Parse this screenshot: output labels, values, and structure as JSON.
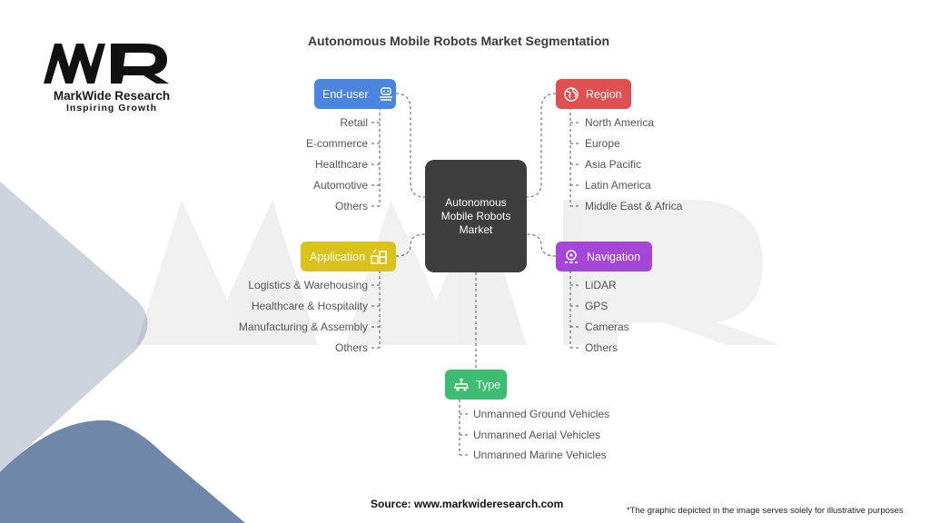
{
  "title": "Autonomous Mobile Robots Market Segmentation",
  "logo": {
    "brand": "MarkWide Research",
    "tagline": "Inspiring Growth",
    "mark_text": "MWR"
  },
  "center": {
    "label": "Autonomous Mobile Robots Market"
  },
  "categories": {
    "end_user": {
      "label": "End-user",
      "color": "#4a86e0",
      "icon": "robot-icon",
      "items": [
        "Retail",
        "E-commerce",
        "Healthcare",
        "Automotive",
        "Others"
      ]
    },
    "application": {
      "label": "Application",
      "color": "#d9c21a",
      "icon": "warehouse-icon",
      "items": [
        "Logistics & Warehousing",
        "Healthcare & Hospitality",
        "Manufacturing & Assembly",
        "Others"
      ]
    },
    "region": {
      "label": "Region",
      "color": "#e05050",
      "icon": "globe-icon",
      "items": [
        "North America",
        "Europe",
        "Asia Pacific",
        "Latin America",
        "Middle East & Africa"
      ]
    },
    "navigation": {
      "label": "Navigation",
      "color": "#a646d6",
      "icon": "lidar-icon",
      "items": [
        "LiDAR",
        "GPS",
        "Cameras",
        "Others"
      ]
    },
    "type": {
      "label": "Type",
      "color": "#3dbd72",
      "icon": "vehicle-icon",
      "items": [
        "Unmanned Ground Vehicles",
        "Unmanned Aerial Vehicles",
        "Unmanned Marine Vehicles"
      ]
    }
  },
  "footer": {
    "source": "Source: www.markwideresearch.com",
    "note": "*The graphic depicted in the image serves solely for illustrative purposes"
  }
}
